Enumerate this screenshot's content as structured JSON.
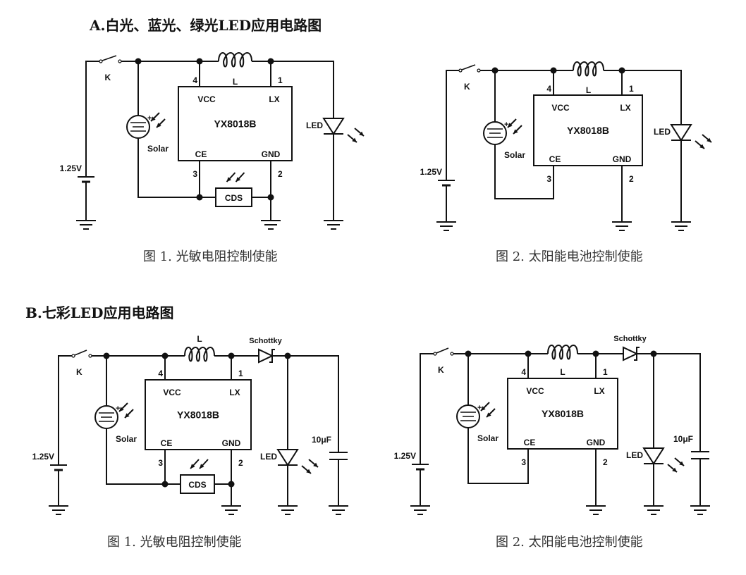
{
  "sections": [
    {
      "heading": "A.白光、蓝光、绿光LED应用电路图",
      "figures": [
        {
          "caption": "图 1.  光敏电阻控制使能",
          "variant": "cds"
        },
        {
          "caption": "图 2.  太阳能电池控制使能",
          "variant": "solar"
        }
      ]
    },
    {
      "heading": "B.七彩LED应用电路图",
      "figures": [
        {
          "caption": "图 1.  光敏电阻控制使能",
          "variant": "cds"
        },
        {
          "caption": "图 2.  太阳能电池控制使能",
          "variant": "solar"
        }
      ]
    }
  ],
  "labels": {
    "chip": "YX8018B",
    "switch": "K",
    "inductor": "L",
    "battery": "1.25V",
    "solar": "Solar",
    "solar_plus": "+",
    "cds": "CDS",
    "led": "LED",
    "schottky": "Schottky",
    "capacitor": "10μF",
    "pin_vcc": "VCC",
    "pin_lx": "LX",
    "pin_ce": "CE",
    "pin_gnd": "GND",
    "pin_num_vcc": "4",
    "pin_num_lx": "1",
    "pin_num_ce": "3",
    "pin_num_gnd": "2"
  }
}
